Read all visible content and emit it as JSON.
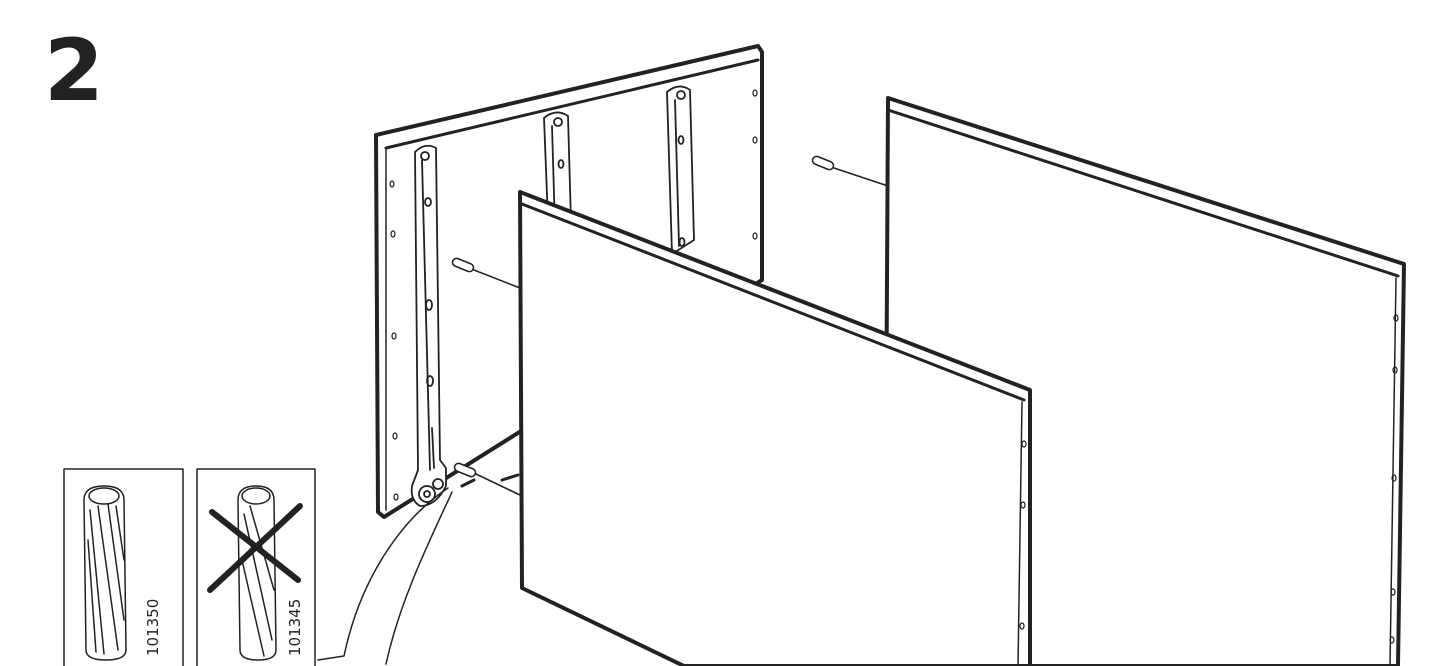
{
  "step": {
    "number": "2"
  },
  "dowel_panels": [
    {
      "part_number": "101350",
      "status": "correct"
    },
    {
      "part_number": "101345",
      "status": "incorrect"
    }
  ],
  "colors": {
    "ink": "#222222",
    "paper": "#ffffff",
    "panel_edge": "#f2f2f2"
  },
  "icons": [
    "dowel-icon",
    "cross-icon",
    "drawer-runner-icon"
  ]
}
